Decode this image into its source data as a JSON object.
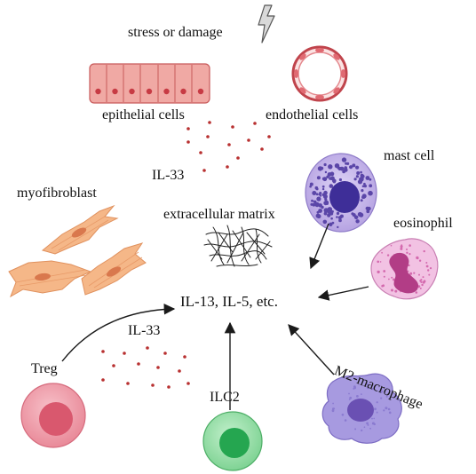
{
  "diagram": {
    "labels": {
      "stress": "stress or damage",
      "epithelial": "epithelial cells",
      "endothelial": "endothelial cells",
      "il33_top": "IL-33",
      "mast_cell": "mast cell",
      "myofibroblast": "myofibroblast",
      "ecm": "extracellular matrix",
      "eosinophil": "eosinophil",
      "center": "IL-13, IL-5, etc.",
      "il33_bottom": "IL-33",
      "treg": "Treg",
      "ilc2": "ILC2",
      "m2": "M2-macrophage"
    },
    "icons": [
      "lightning-bolt-icon",
      "epithelial-cells-icon",
      "endothelial-vessel-icon",
      "mast-cell-icon",
      "eosinophil-icon",
      "myofibroblast-icon",
      "extracellular-matrix-icon",
      "treg-cell-icon",
      "ilc2-cell-icon",
      "m2-macrophage-icon"
    ],
    "colors": {
      "epithelial_fill": "#f0a9a4",
      "epithelial_stroke": "#c85a5a",
      "nucleus_red": "#c73b44",
      "vessel_red": "#c0444c",
      "mast_fill": "#cbbcec",
      "mast_nucleus": "#3e2e98",
      "eos_fill": "#f2c2e3",
      "eos_nucleus": "#b23d86",
      "myofib_fill": "#f5b788",
      "myofib_nucleus": "#d9784d",
      "treg_fill": "#f2a4b0",
      "treg_nucleus": "#d9586e",
      "ilc2_fill": "#9fe0ad",
      "ilc2_nucleus": "#25a650",
      "m2_fill": "#a79ae0",
      "m2_nucleus": "#6a50b3",
      "dots": "#b83030",
      "arrow": "#1a1a1a"
    }
  }
}
